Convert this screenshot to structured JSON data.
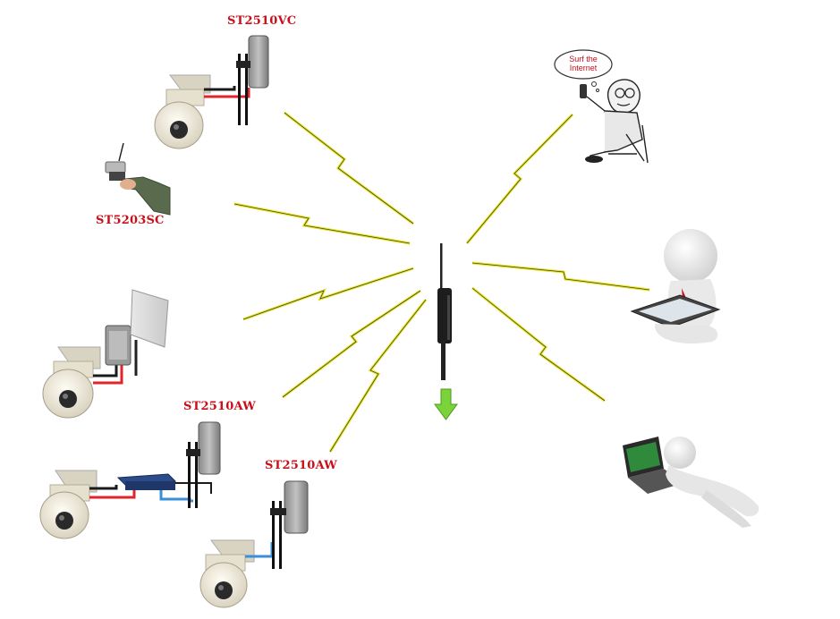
{
  "labels": {
    "top_bridge": "ST2510VC",
    "handheld": "ST5203SC",
    "mid_bridge": "ST2510AW",
    "low_bridge": "ST2510AW"
  },
  "bubble": {
    "line1": "Surf the",
    "line2": "Internet"
  },
  "colors": {
    "label": "#c8101a",
    "bolt": "#e7e619",
    "arrow": "#7ad33a",
    "cable_red": "#e0252b",
    "cable_blue": "#3a8fd8"
  }
}
